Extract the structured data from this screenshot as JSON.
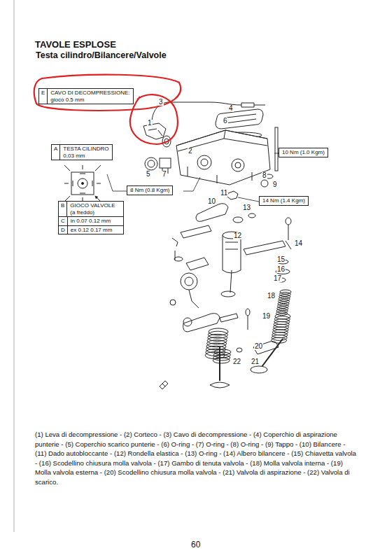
{
  "diagram": {
    "title": "TAVOLE ESPLOSE",
    "caption": "(1) Leva di decompressione - (2) Corteco - (3) Cavo di decompressione - (4) Coperchio di aspirazione punterie - (5) Coperchio scarico punterie - (6) O-ring - (7) O-ring - (8) O-ring - (9) Tappo - (10) Bilancere - (11) Dado autobloccante - (12) Rondella elastica - (13) O-ring - (14) Albero bilancere - (15) Chiavetta valvola - (16) Scodellino chiusura molla valvola - (17) Gambo di tenuta valvola - (18) Molla valvola interna - (19) Molla valvola esterna - (20) Scodellino chiusura molla valvola - (21) Valvola di aspirazione - (22) Valvola di scarico.",
    "nodes": [
      {
        "text": [
          "E",
          "CAVO DI DECOMPRESSIONE:",
          "gioco 0.5 mm"
        ]
      },
      {
        "text": [
          "A",
          "TESTA CILINDRO",
          "0,03 mm"
        ]
      },
      {
        "text": [
          "10 Nm (1.0 Kgm)"
        ]
      },
      {
        "text": [
          "8 Nm (0.8 Kgm)"
        ]
      },
      {
        "text": [
          "14 Nm (1.4 Kgm)"
        ]
      },
      {
        "text": [
          "B",
          "GIOCO VALVOLE",
          "(a freddo)"
        ]
      },
      {
        "text": [
          "C",
          "in 0.07 0.12 mm"
        ]
      },
      {
        "text": [
          "D",
          "ex 0.12 0.17 mm"
        ]
      }
    ],
    "labels": [
      "Testa cilindro/Bilancere/Valvole",
      "1",
      "2",
      "3",
      "4",
      "5",
      "6",
      "7",
      "8",
      "9",
      "10",
      "11",
      "12",
      "13",
      "14",
      "15",
      "16",
      "17",
      "18",
      "19",
      "20",
      "21",
      "22",
      "60"
    ]
  }
}
